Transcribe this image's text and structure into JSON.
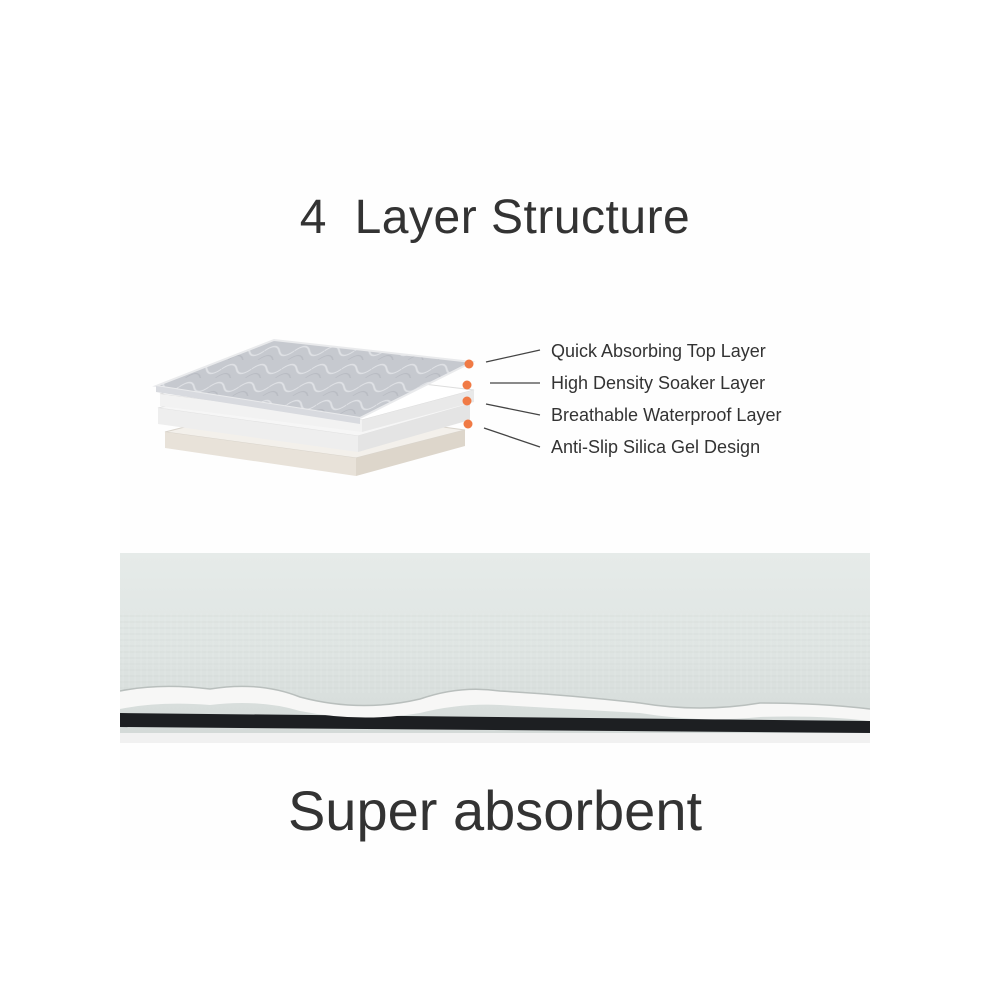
{
  "title": "4  Layer Structure",
  "subtitle": "Super absorbent",
  "layers": [
    {
      "label": "Quick Absorbing Top Layer"
    },
    {
      "label": "High Density Soaker Layer"
    },
    {
      "label": "Breathable Waterproof Layer"
    },
    {
      "label": "Anti-Slip Silica Gel Design"
    }
  ],
  "colors": {
    "marker": "#F07A45",
    "text": "#333333",
    "top_layer": "#C9CCD2",
    "soaker": "#FFFFFF",
    "bottom_layer": "#F4F1EC"
  }
}
